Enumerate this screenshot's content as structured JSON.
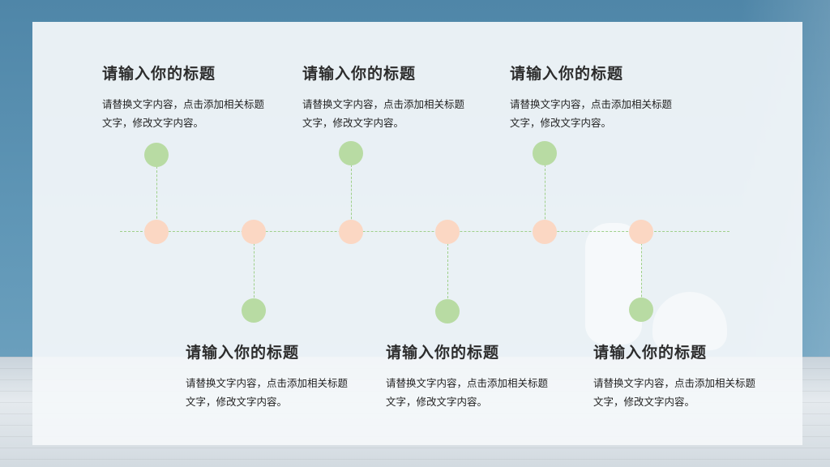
{
  "timeline": {
    "items": [
      {
        "title": "请输入你的标题",
        "desc": "请替换文字内容，点击添加相关标题文字，修改文字内容。"
      },
      {
        "title": "请输入你的标题",
        "desc": "请替换文字内容，点击添加相关标题文字，修改文字内容。"
      },
      {
        "title": "请输入你的标题",
        "desc": "请替换文字内容，点击添加相关标题文字，修改文字内容。"
      },
      {
        "title": "请输入你的标题",
        "desc": "请替换文字内容，点击添加相关标题文字，修改文字内容。"
      },
      {
        "title": "请输入你的标题",
        "desc": "请替换文字内容，点击添加相关标题文字，修改文字内容。"
      },
      {
        "title": "请输入你的标题",
        "desc": "请替换文字内容，点击添加相关标题文字，修改文字内容。"
      }
    ]
  },
  "colors": {
    "main_node": "#fbd7c3",
    "branch_node": "#b8dba3",
    "line": "#9fd08a",
    "wall": "#5a8fae"
  }
}
